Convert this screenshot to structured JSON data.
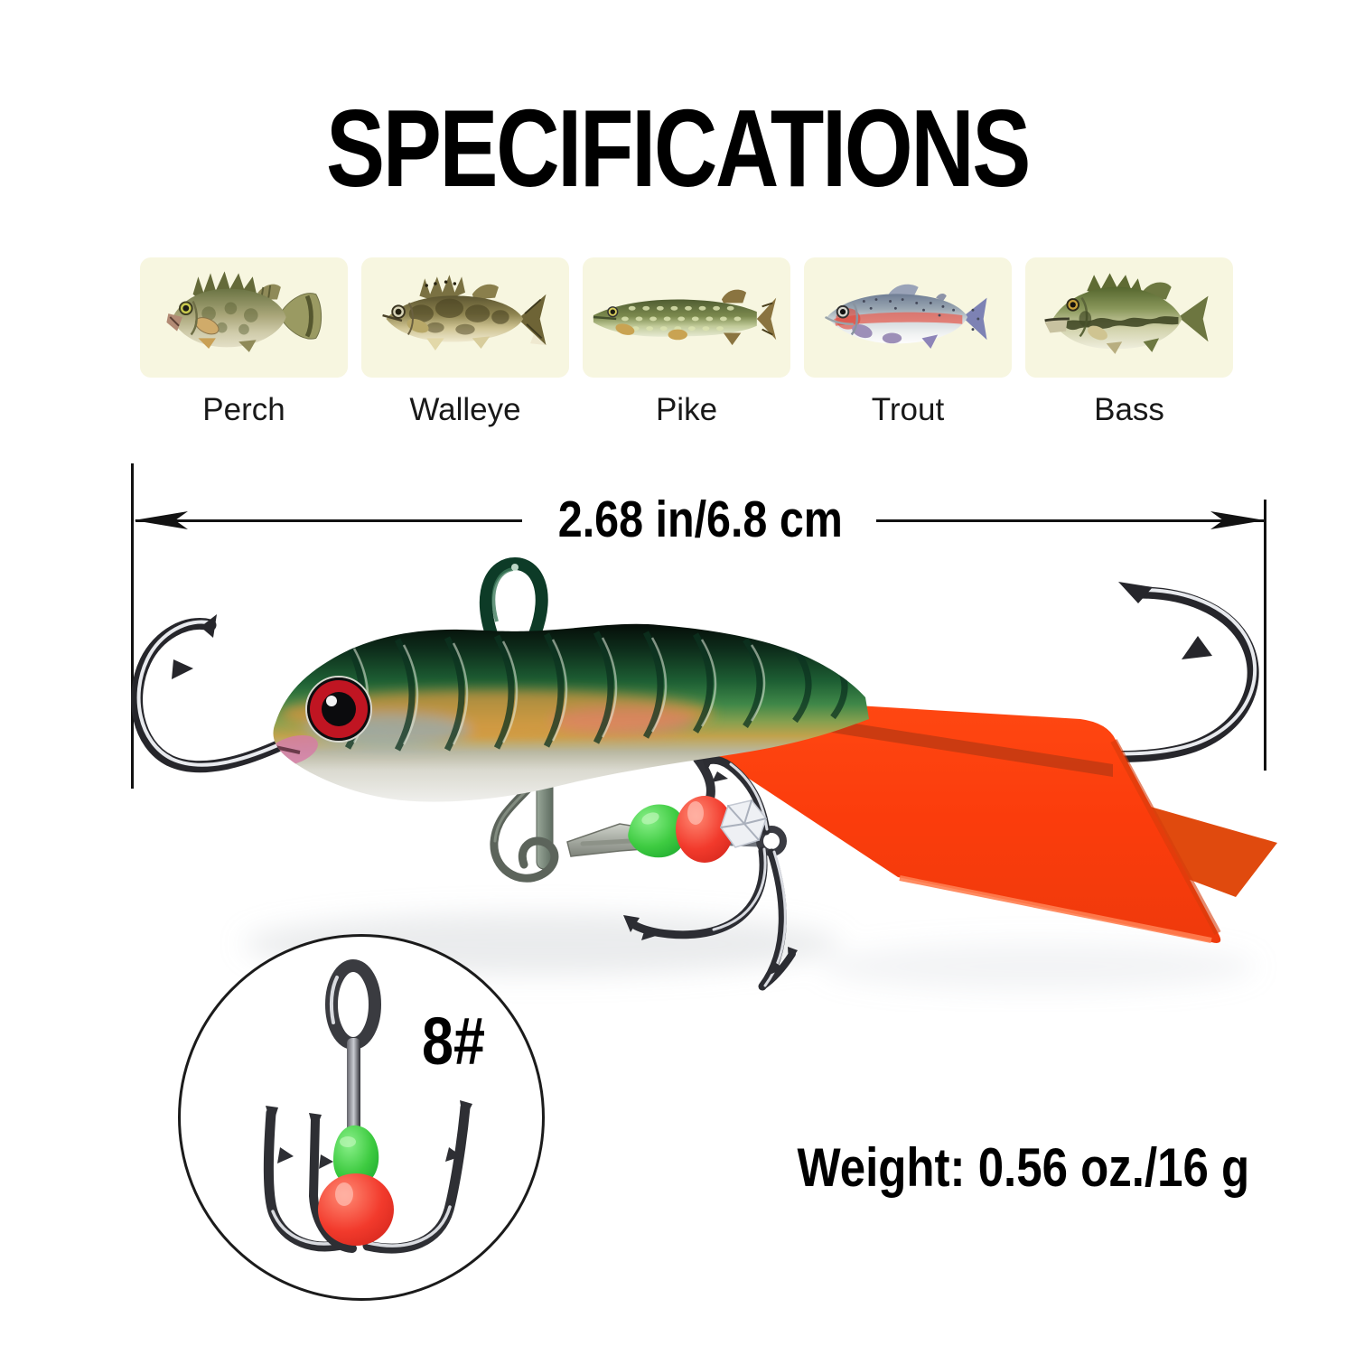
{
  "title": "SPECIFICATIONS",
  "fish_species": [
    {
      "label": "Perch"
    },
    {
      "label": "Walleye"
    },
    {
      "label": "Pike"
    },
    {
      "label": "Trout"
    },
    {
      "label": "Bass"
    }
  ],
  "measurement": {
    "length_label": "2.68 in/6.8 cm"
  },
  "hook_detail": {
    "size_label": "8#"
  },
  "weight": {
    "label": "Weight: 0.56 oz./16 g"
  },
  "colors": {
    "background": "#ffffff",
    "text": "#000000",
    "fish_panel_cream": "#f7f6e0",
    "fin_orange": "#fb3c0c",
    "fin_stripe": "#c23a12",
    "bead_green": "#3ecb41",
    "bead_red": "#f23a2c",
    "lure_eye_red": "#c01522",
    "lure_body_green": "#1d5e33",
    "hook_metal": "#2e2f34"
  }
}
